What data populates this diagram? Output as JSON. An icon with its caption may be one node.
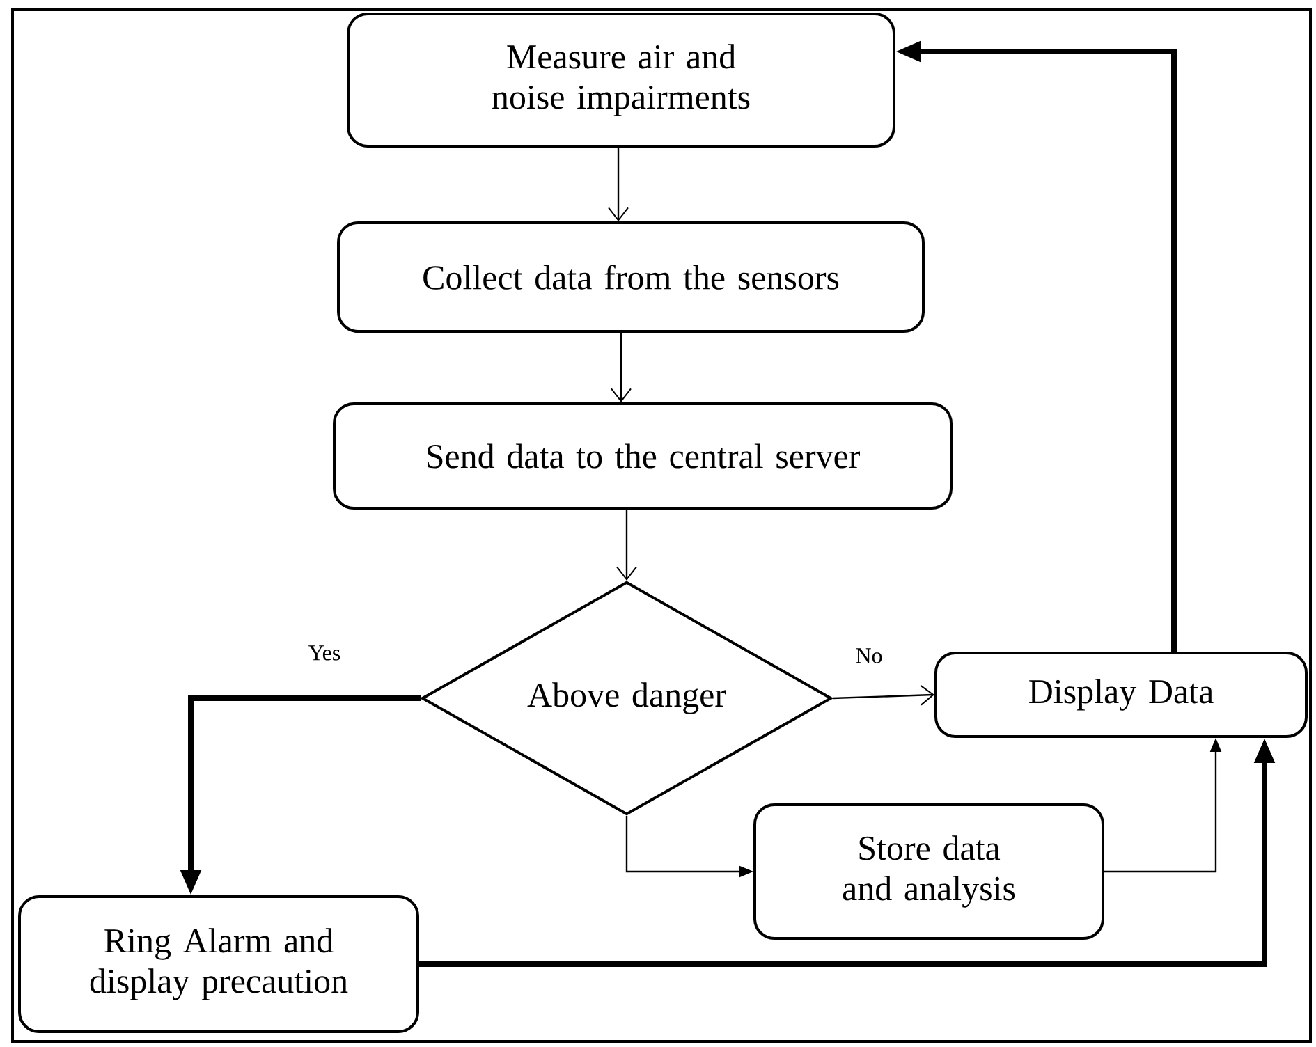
{
  "diagram": {
    "nodes": [
      {
        "text": [
          "Measure air and noise impairments"
        ]
      },
      {
        "text": [
          "Collect data from the sensors"
        ]
      },
      {
        "text": [
          "Send data to the central server"
        ]
      },
      {
        "text": [
          "Above danger"
        ]
      },
      {
        "text": [
          "Display Data"
        ]
      },
      {
        "text": [
          "Store data and analysis"
        ]
      },
      {
        "text": [
          "Ring Alarm and display precaution"
        ]
      }
    ],
    "edges": [
      {
        "from": 0,
        "to": 1,
        "arrow": "to"
      },
      {
        "from": 1,
        "to": 2,
        "arrow": "to"
      },
      {
        "from": 2,
        "to": 3,
        "arrow": "to"
      },
      {
        "from": 3,
        "to": 4,
        "arrow": "to",
        "label": "No"
      },
      {
        "from": 3,
        "to": 6,
        "arrow": "to",
        "label": "Yes",
        "style": "thick"
      },
      {
        "from": 3,
        "to": 5,
        "arrow": "to"
      },
      {
        "from": 5,
        "to": 4,
        "arrow": "to"
      },
      {
        "from": 6,
        "to": 4,
        "arrow": "to",
        "style": "thick"
      },
      {
        "from": 4,
        "to": 0,
        "arrow": "to",
        "style": "thick"
      }
    ]
  }
}
